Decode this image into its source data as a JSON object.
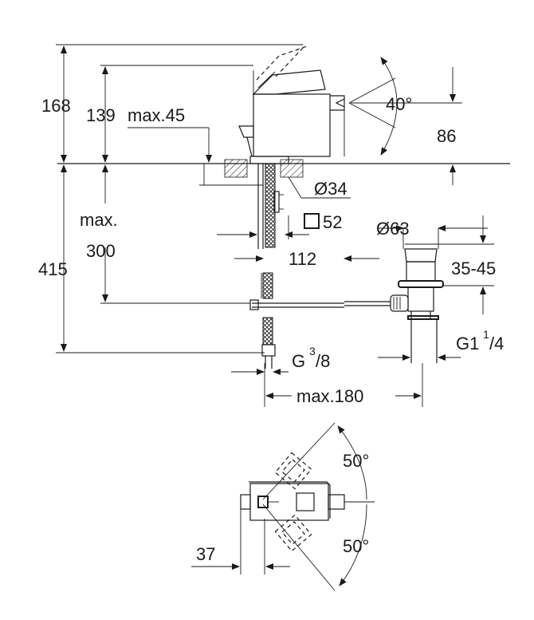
{
  "dimensions": {
    "overall_height": "168",
    "spout_height": "139",
    "max_flange": "max.45",
    "aerator_angle": "40°",
    "aerator_height": "86",
    "hole_diameter": "Ø34",
    "max_label": "max.",
    "hose_length": "300",
    "base_square": "52",
    "total_length": "415",
    "waste_diameter": "Ø63",
    "spout_reach": "112",
    "pop_up_range": "35-45",
    "connection_main": "G",
    "connection_sup": "3",
    "connection_sub": "/8",
    "waste_thread_main": "G1",
    "waste_thread_sup": "1",
    "waste_thread_sub": "/4",
    "max_reach": "max.180",
    "swivel_top": "50°",
    "swivel_bottom": "50°",
    "plan_offset": "37"
  },
  "colors": {
    "line": "#1a1a1a",
    "background": "#ffffff"
  }
}
